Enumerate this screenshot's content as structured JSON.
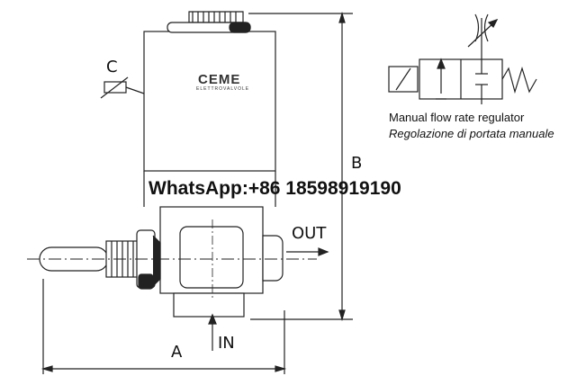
{
  "brand": {
    "name": "CEME",
    "subtitle": "ELETTROVALVOLE"
  },
  "labels": {
    "c": "C",
    "b": "B",
    "a": "A",
    "out": "OUT",
    "in": "IN"
  },
  "symbol": {
    "caption_en": "Manual flow rate regulator",
    "caption_it": "Regolazione di portata manuale"
  },
  "watermark": "WhatsApp:+86 18598919190"
}
